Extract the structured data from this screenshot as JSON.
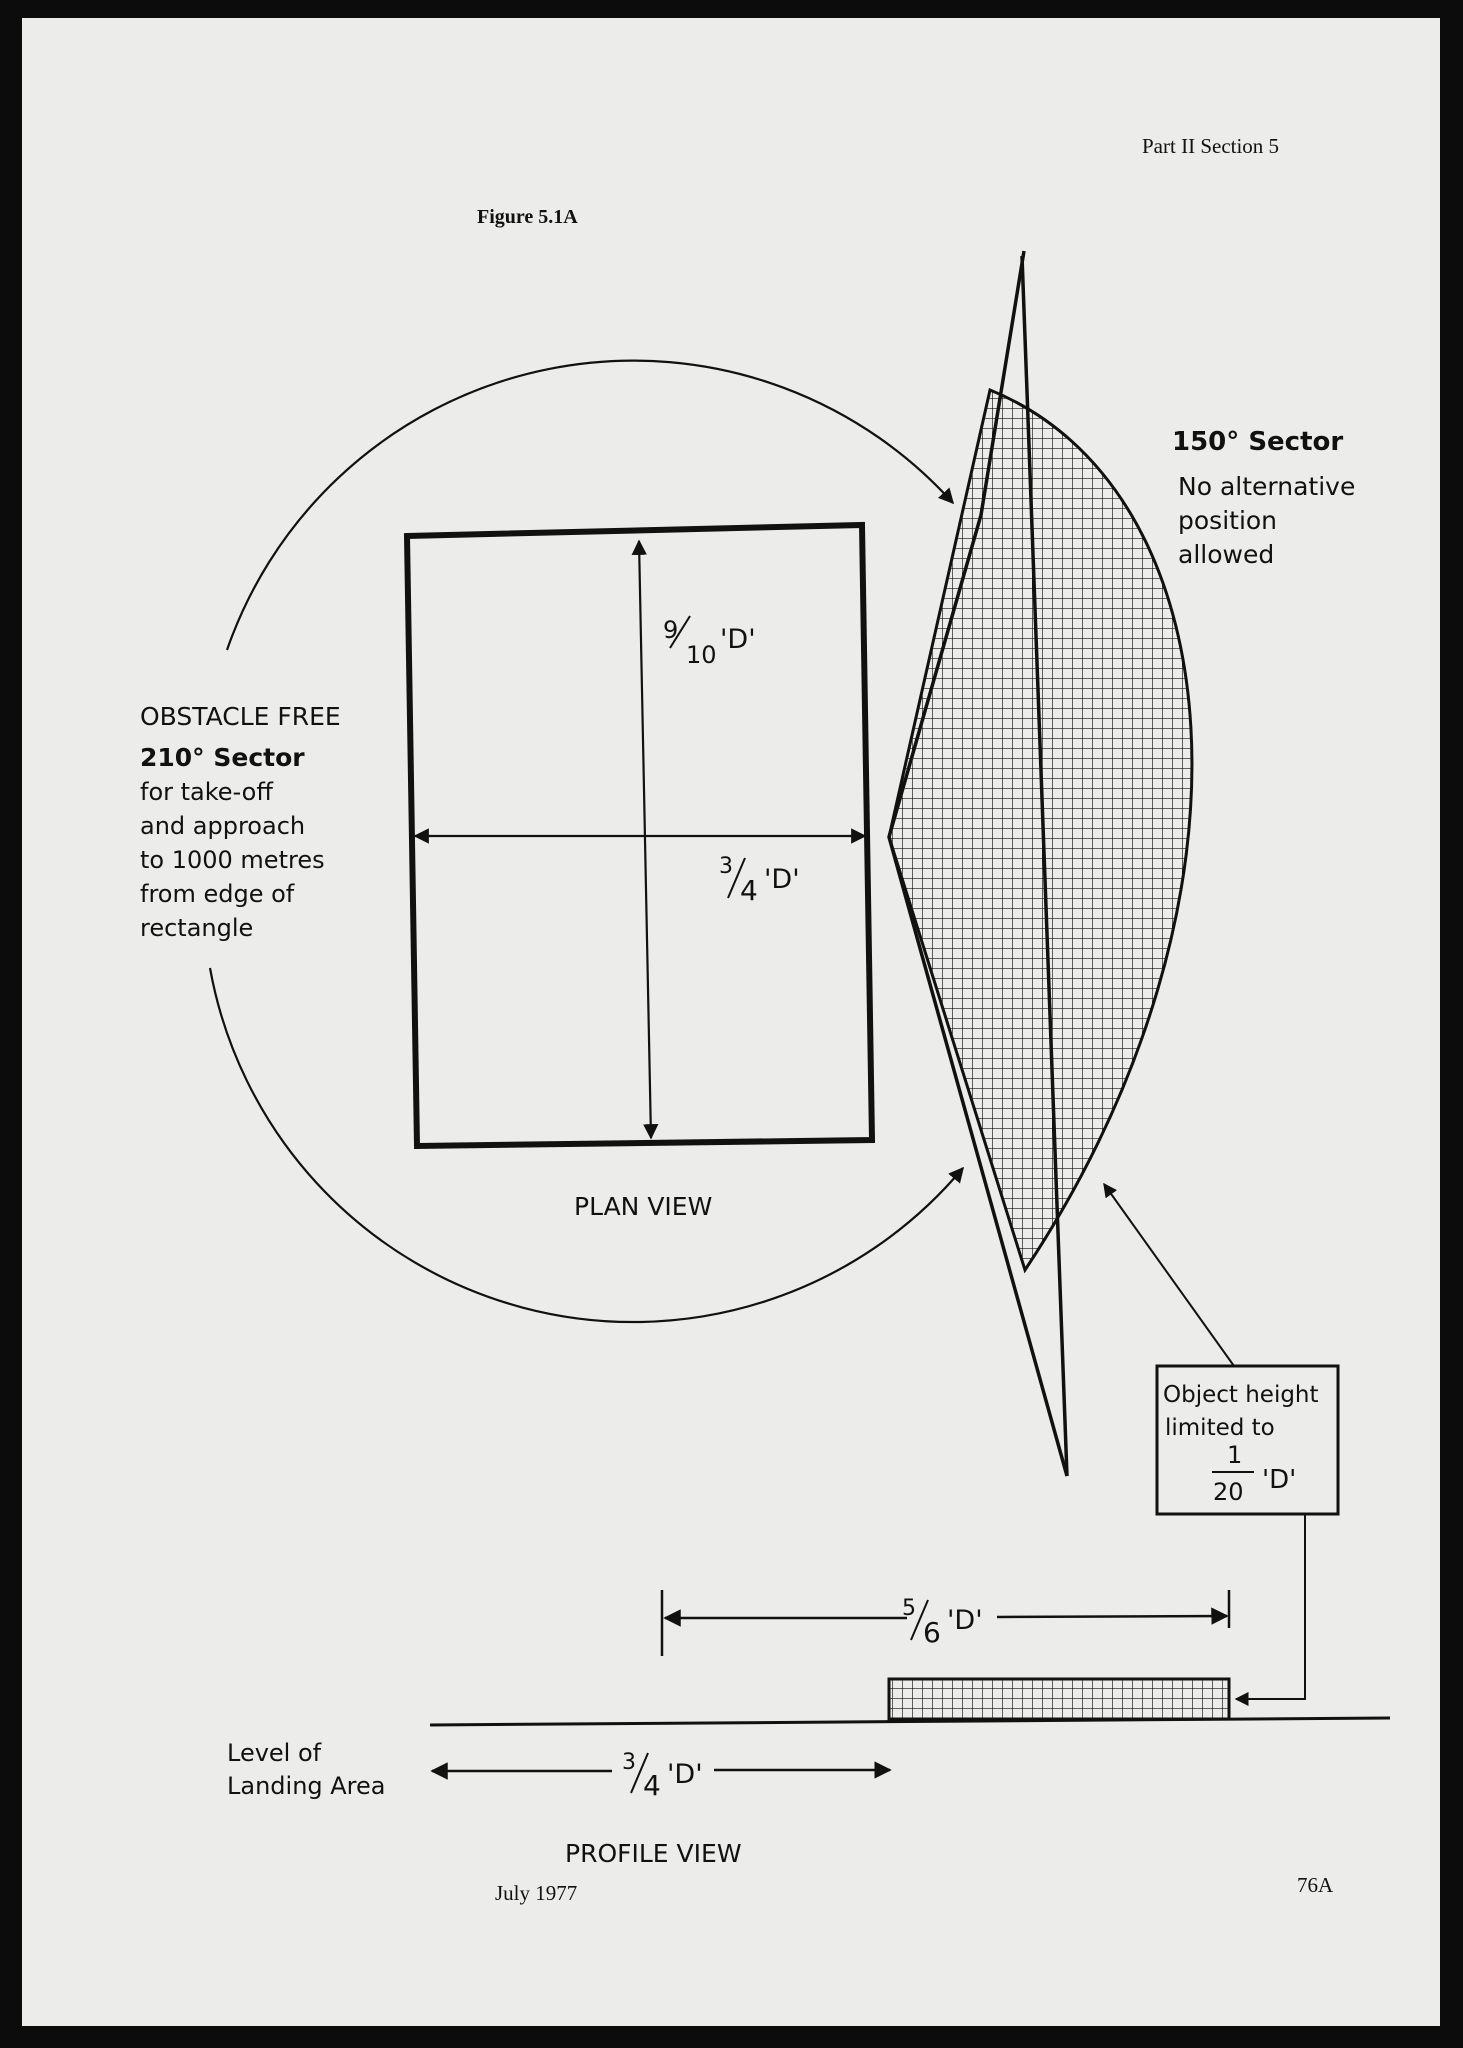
{
  "header": {
    "section": "Part II Section 5",
    "figure": "Figure 5.1A"
  },
  "plan": {
    "sector_150": {
      "title": "150° Sector",
      "lines": [
        "No alternative",
        "position",
        "allowed"
      ]
    },
    "obstacle_free": {
      "line1": "OBSTACLE FREE",
      "line2": "210° Sector",
      "lines": [
        "for take-off",
        "and approach",
        "to 1000 metres",
        "from edge of",
        "rectangle"
      ]
    },
    "dim_vertical": {
      "num": "9",
      "den": "10",
      "suffix": "'D'"
    },
    "dim_horizontal": {
      "num": "3",
      "den": "4",
      "suffix": "'D'"
    },
    "caption": "PLAN VIEW"
  },
  "object_box": {
    "line1": "Object height",
    "line2": "limited to",
    "num": "1",
    "den": "20",
    "suffix": "'D'"
  },
  "profile": {
    "dim_top": {
      "num": "5",
      "den": "6",
      "suffix": "'D'"
    },
    "dim_bottom": {
      "num": "3",
      "den": "4",
      "suffix": "'D'"
    },
    "level_label": [
      "Level of",
      "Landing Area"
    ],
    "caption": "PROFILE VIEW"
  },
  "footer": {
    "date": "July 1977",
    "page": "76A"
  }
}
